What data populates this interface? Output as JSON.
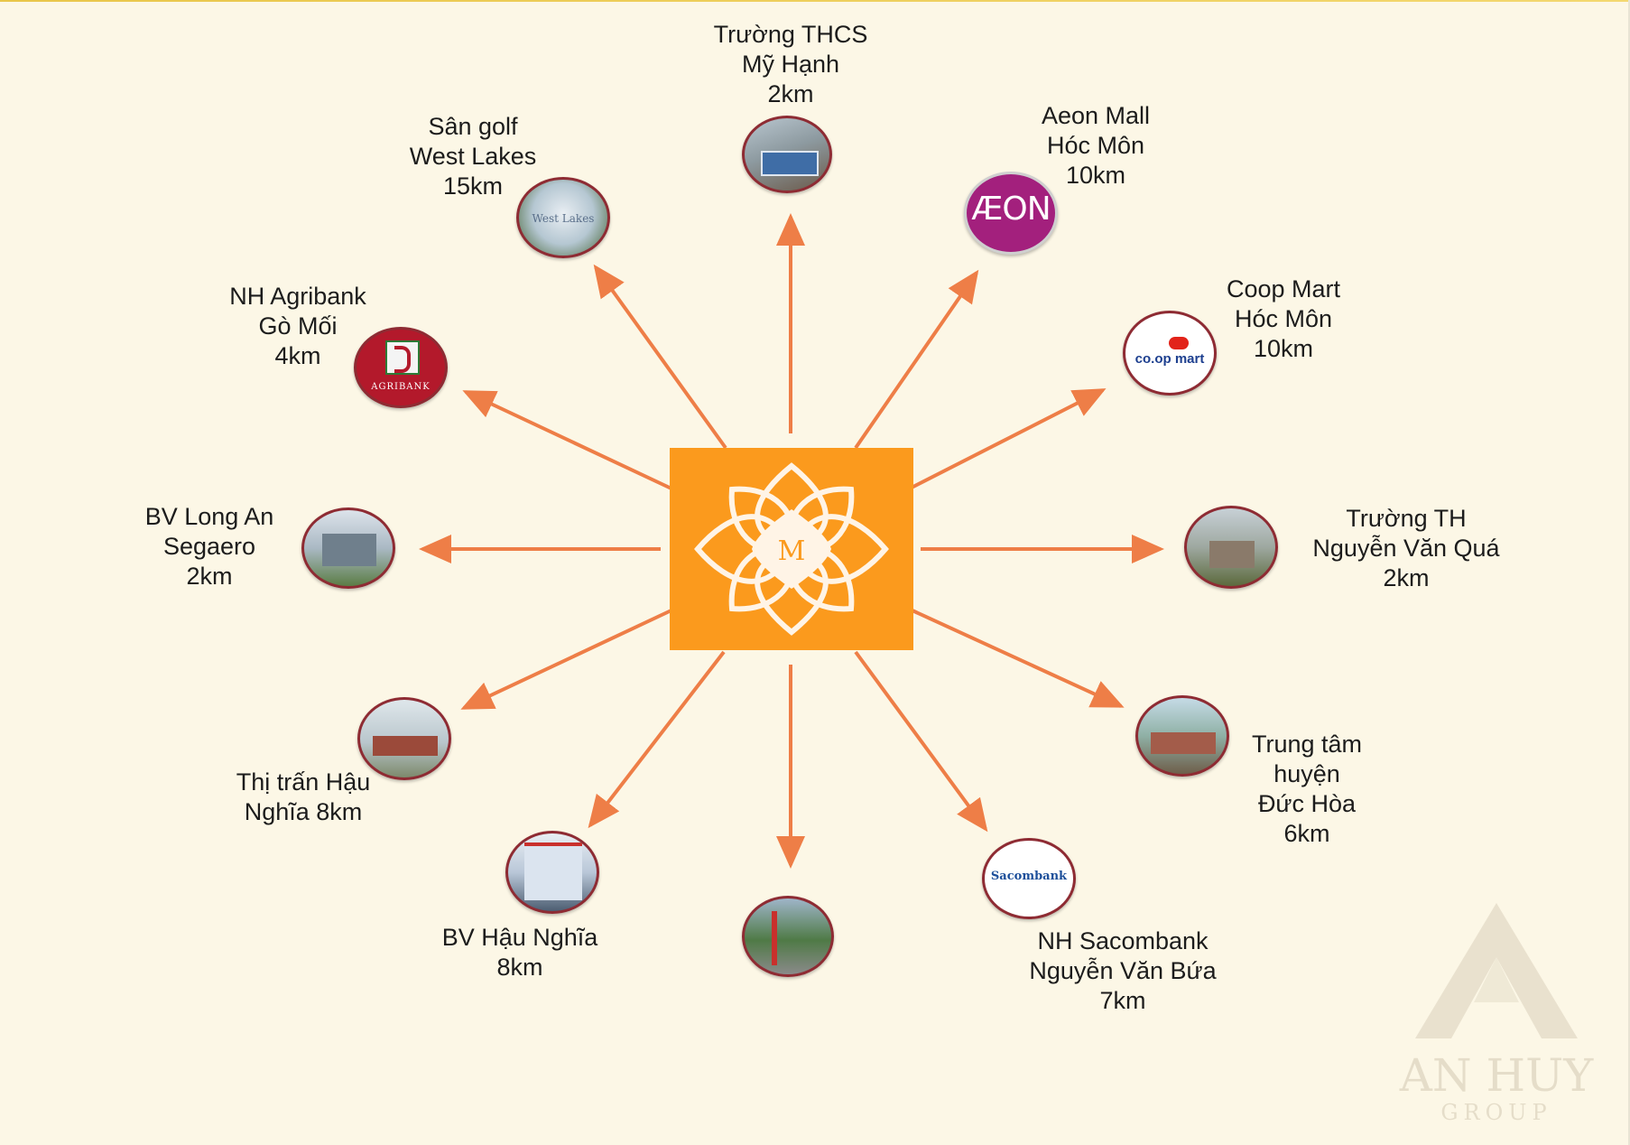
{
  "colors": {
    "background": "#fcf7e6",
    "arrow": "#ee7e47",
    "center_block": "#fb9a1d",
    "circle_border": "#8e2b33"
  },
  "center": {
    "logo_letter": "M"
  },
  "destinations": [
    {
      "id": "thcs",
      "lines": [
        "Trường THCS",
        "Mỹ Hạnh",
        "2km"
      ]
    },
    {
      "id": "aeon",
      "lines": [
        "Aeon Mall",
        "Hóc Môn",
        "10km"
      ],
      "logo_text": "ÆON"
    },
    {
      "id": "coop",
      "lines": [
        "Coop Mart",
        "Hóc Môn",
        "10km"
      ],
      "logo_text": "co.op mart"
    },
    {
      "id": "truong-th",
      "lines": [
        "Trường TH",
        "Nguyễn Văn Quá",
        "2km"
      ]
    },
    {
      "id": "trung-tam",
      "lines": [
        "Trung tâm",
        "huyện",
        "Đức Hòa",
        "6km"
      ]
    },
    {
      "id": "sacombank",
      "lines": [
        "NH Sacombank",
        "Nguyễn Văn Bứa",
        "7km"
      ],
      "logo_text": "Sacombank"
    },
    {
      "id": "bottom",
      "lines": []
    },
    {
      "id": "bv-hau-nghia",
      "lines": [
        "BV Hậu Nghĩa",
        "8km"
      ]
    },
    {
      "id": "thi-tran",
      "lines": [
        "Thị trấn Hậu",
        "Nghĩa 8km"
      ]
    },
    {
      "id": "bv-long-an",
      "lines": [
        "BV Long An",
        "Segaero",
        "2km"
      ]
    },
    {
      "id": "agribank",
      "lines": [
        "NH Agribank",
        "Gò Mối",
        "4km"
      ],
      "logo_text": "AGRIBANK"
    },
    {
      "id": "golf",
      "lines": [
        "Sân golf",
        "West Lakes",
        "15km"
      ],
      "logo_text": "West Lakes"
    }
  ],
  "watermark": {
    "name": "AN HUY",
    "sub": "GROUP"
  }
}
